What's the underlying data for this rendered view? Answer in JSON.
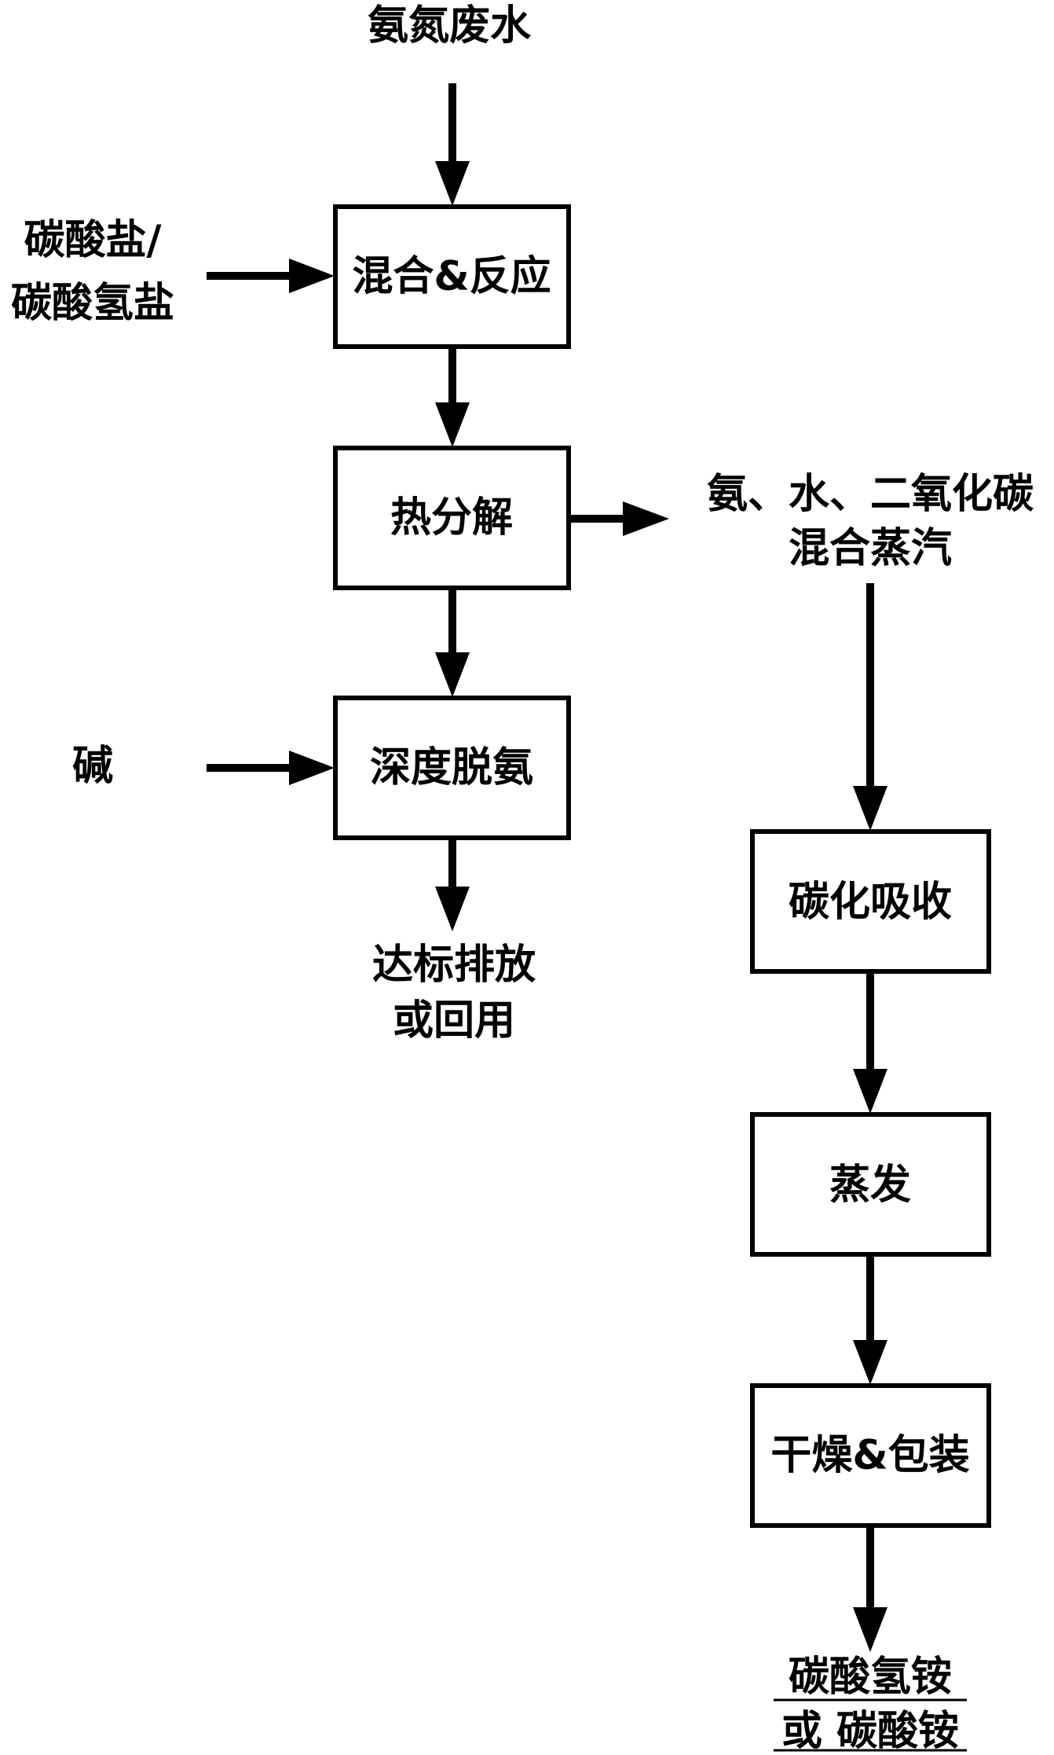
{
  "inputs": {
    "wastewater": "氨氮废水",
    "carbonate_line1": "碳酸盐/",
    "carbonate_line2": "碳酸氢盐",
    "alkali": "碱"
  },
  "process": {
    "mix_react": "混合&反应",
    "thermal_decomposition": "热分解",
    "deep_deammonia": "深度脱氨",
    "carbonization_absorption": "碳化吸收",
    "evaporation": "蒸发",
    "dry_package": "干燥&包装"
  },
  "outputs": {
    "vapor_line1": "氨、水、二氧化碳",
    "vapor_line2": "混合蒸汽",
    "discharge_line1": "达标排放",
    "discharge_line2": "或回用",
    "product_line1": "碳酸氢铵",
    "product_line2": "或 碳酸铵"
  }
}
